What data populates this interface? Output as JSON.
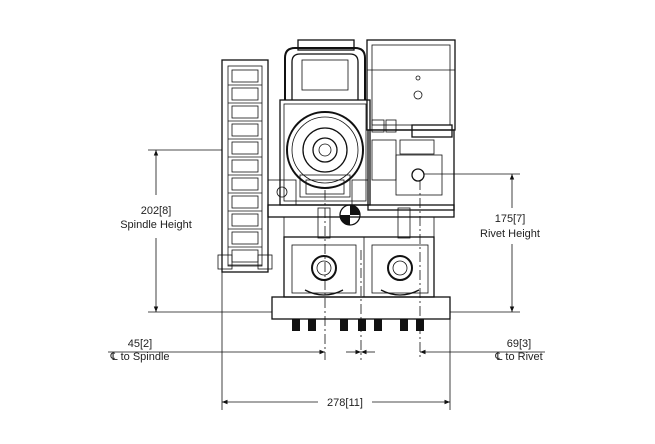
{
  "dimensions": {
    "spindle_height": {
      "value": "202[8]",
      "label": "Spindle Height"
    },
    "rivet_height": {
      "value": "175[7]",
      "label": "Rivet Height"
    },
    "spindle_offset": {
      "value": "45[2]",
      "label": "℄ to Spindle"
    },
    "rivet_offset": {
      "value": "69[3]",
      "label": "℄ to Rivet"
    },
    "overall_width": {
      "value": "278[11]"
    }
  },
  "colors": {
    "line": "#111111",
    "background": "#ffffff"
  }
}
